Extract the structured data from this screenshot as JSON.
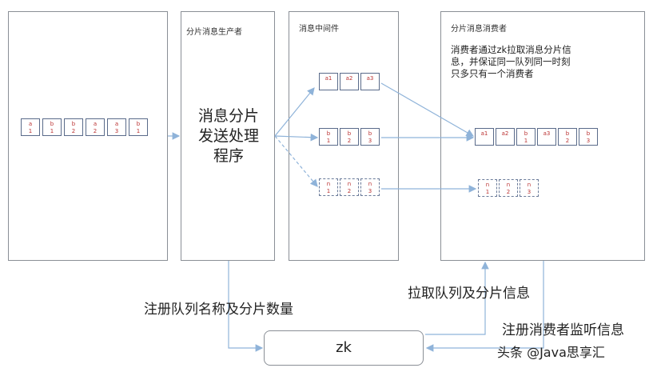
{
  "panels": {
    "producer_title": "分片消息生产者",
    "producer_body": [
      "消息分片",
      "发送处理",
      "程序"
    ],
    "middleware_title": "消息中间件",
    "consumer_title": "分片消息消费者",
    "consumer_note": [
      "消费者通过zk拉取消息分片信",
      "息，并保证同一队列同一时刻",
      "只多只有一个消费者"
    ]
  },
  "source_queue": [
    [
      "a",
      "1"
    ],
    [
      "b",
      "1"
    ],
    [
      "b",
      "2"
    ],
    [
      "a",
      "2"
    ],
    [
      "a",
      "3"
    ],
    [
      "b",
      "1"
    ]
  ],
  "middleware_rows": [
    [
      [
        "a1",
        ""
      ],
      [
        "a2",
        ""
      ],
      [
        "a3",
        ""
      ]
    ],
    [
      [
        "b",
        "1"
      ],
      [
        "b",
        "2"
      ],
      [
        "b",
        "3"
      ]
    ],
    [
      [
        "n",
        "1"
      ],
      [
        "n",
        "2"
      ],
      [
        "n",
        "3"
      ]
    ]
  ],
  "consumer_rows": [
    [
      [
        "a1",
        ""
      ],
      [
        "a2",
        ""
      ],
      [
        "b",
        "1"
      ],
      [
        "a3",
        ""
      ],
      [
        "b",
        "2"
      ],
      [
        "b",
        "3"
      ]
    ],
    [
      [
        "n",
        "1"
      ],
      [
        "n",
        "2"
      ],
      [
        "n",
        "3"
      ]
    ]
  ],
  "labels": {
    "register_queue": "注册队列名称及分片数量",
    "pull_queue": "拉取队列及分片信息",
    "register_consumer": "注册消费者监听信息"
  },
  "zk_label": "zk",
  "watermark": "头条 @Java思享汇",
  "colors": {
    "line": "#8fb3d9",
    "cell_text": "#b33333",
    "border": "#8a8f96"
  }
}
